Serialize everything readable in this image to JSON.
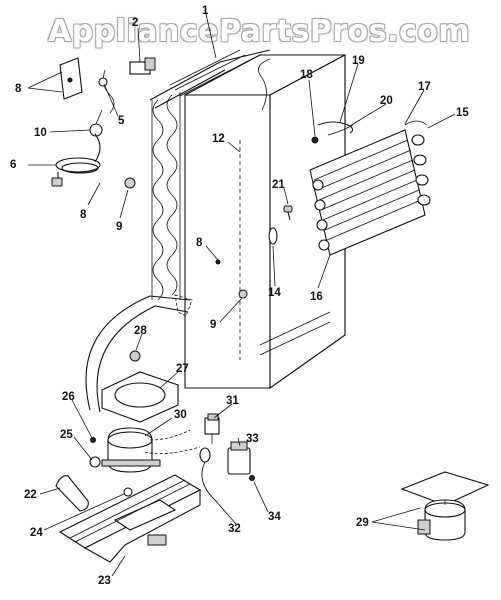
{
  "watermark": "AppliancePartsPros.com",
  "callouts": {
    "c1": "1",
    "c2": "2",
    "c5": "5",
    "c6": "6",
    "c8a": "8",
    "c8b": "8",
    "c8c": "8",
    "c9a": "9",
    "c9b": "9",
    "c10": "10",
    "c12": "12",
    "c14": "14",
    "c15": "15",
    "c16": "16",
    "c17": "17",
    "c18": "18",
    "c19": "19",
    "c20": "20",
    "c21": "21",
    "c22": "22",
    "c23": "23",
    "c24": "24",
    "c25": "25",
    "c26": "26",
    "c27": "27",
    "c28": "28",
    "c29": "29",
    "c30": "30",
    "c31": "31",
    "c32": "32",
    "c33": "33",
    "c34": "34"
  }
}
